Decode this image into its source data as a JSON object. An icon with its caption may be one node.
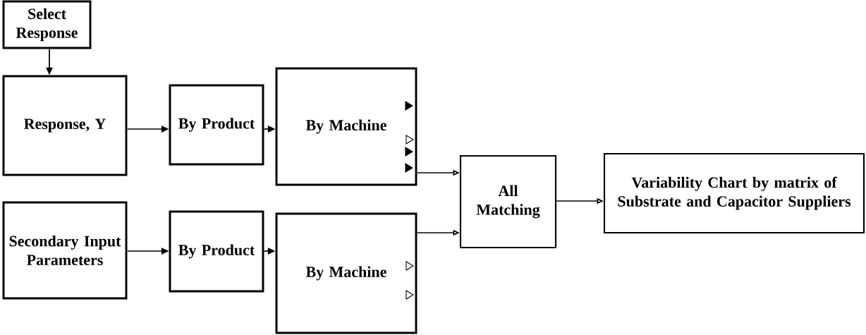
{
  "diagram": {
    "nodes": [
      {
        "text": [
          "Select Response"
        ]
      },
      {
        "text": [
          "Response, Y"
        ]
      },
      {
        "text": [
          "By Product"
        ]
      },
      {
        "text": [
          "By Machine"
        ]
      },
      {
        "text": [
          "Secondary Input Parameters"
        ]
      },
      {
        "text": [
          "By Product"
        ]
      },
      {
        "text": [
          "By Machine"
        ]
      },
      {
        "text": [
          "All Matching"
        ]
      },
      {
        "text": [
          "Variability Chart by matrix of Substrate and Capacitor Suppliers"
        ]
      }
    ],
    "edges": [
      {
        "from": 0,
        "to": 1,
        "arrow": "to"
      },
      {
        "from": 1,
        "to": 2,
        "arrow": "to"
      },
      {
        "from": 2,
        "to": 3,
        "arrow": "to"
      },
      {
        "from": 4,
        "to": 5,
        "arrow": "to"
      },
      {
        "from": 5,
        "to": 6,
        "arrow": "to"
      },
      {
        "from": 3,
        "to": 7,
        "arrow": "to"
      },
      {
        "from": 6,
        "to": 7,
        "arrow": "to"
      },
      {
        "from": 7,
        "to": 8,
        "arrow": "to"
      }
    ]
  }
}
